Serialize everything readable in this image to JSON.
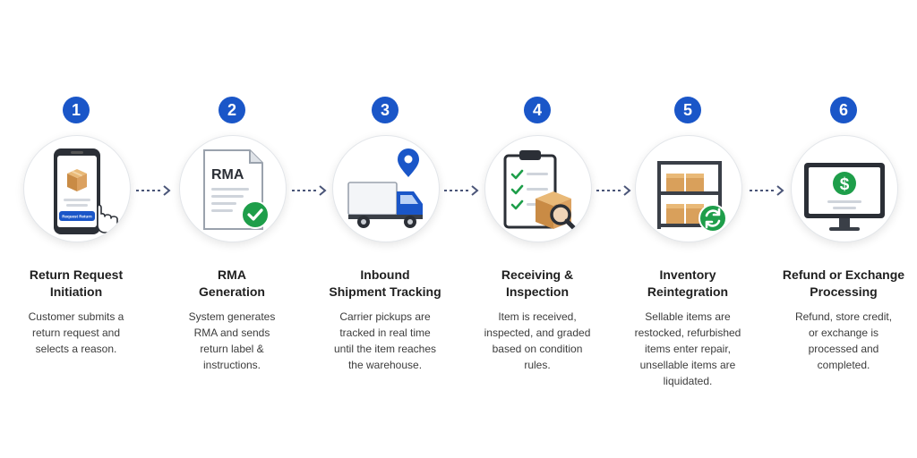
{
  "colors": {
    "accent": "#1a56c8",
    "success": "#1e9e4a",
    "box": "#d9a05b",
    "arrow": "#4a5578"
  },
  "steps": [
    {
      "number": "1",
      "title": "Return Request\nInitiation",
      "description": "Customer submits a\nreturn request and\nselects a reason.",
      "icon": "phone-return-icon",
      "button_label": "Request Return"
    },
    {
      "number": "2",
      "title": "RMA\nGeneration",
      "description": "System generates\nRMA and sends\nreturn label &\ninstructions.",
      "icon": "rma-document-icon",
      "doc_label": "RMA"
    },
    {
      "number": "3",
      "title": "Inbound\nShipment Tracking",
      "description": "Carrier pickups are\ntracked in real time\nuntil the item reaches\nthe warehouse.",
      "icon": "truck-tracking-icon"
    },
    {
      "number": "4",
      "title": "Receiving &\nInspection",
      "description": "Item is received,\ninspected, and graded\nbased on condition\nrules.",
      "icon": "inspection-icon"
    },
    {
      "number": "5",
      "title": "Inventory\nReintegration",
      "description": "Sellable items are\nrestocked, refurbished\nitems enter repair,\nunsellable items are\nliquidated.",
      "icon": "warehouse-shelf-icon"
    },
    {
      "number": "6",
      "title": "Refund or Exchange\nProcessing",
      "description": "Refund, store credit,\nor exchange is\nprocessed and\ncompleted.",
      "icon": "refund-monitor-icon"
    }
  ]
}
